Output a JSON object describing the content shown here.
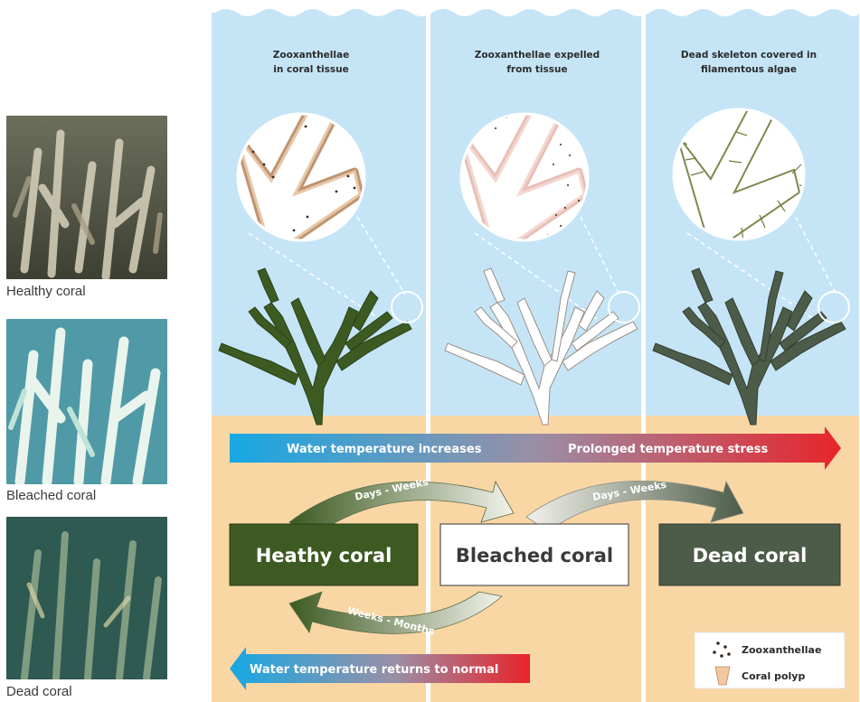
{
  "photos": [
    {
      "caption": "Healthy coral"
    },
    {
      "caption": "Bleached coral"
    },
    {
      "caption": "Dead coral"
    }
  ],
  "panels": [
    {
      "caption_lines": [
        "Zooxanthellae",
        "in coral tissue"
      ]
    },
    {
      "caption_lines": [
        "Zooxanthellae expelled",
        "from tissue"
      ]
    },
    {
      "caption_lines": [
        "Dead skeleton covered in",
        "filamentous algae"
      ]
    }
  ],
  "arrows": {
    "increase": "Water temperature increases",
    "prolonged": "Prolonged temperature stress",
    "return": "Water temperature returns to normal"
  },
  "states": {
    "healthy": "Heathy coral",
    "bleached": "Bleached coral",
    "dead": "Dead coral"
  },
  "transitions": {
    "healthy_to_bleached": "Days - Weeks",
    "bleached_to_dead": "Days - Weeks",
    "bleached_to_healthy": "Weeks - Months"
  },
  "legend": {
    "zooxanthellae": "Zooxanthellae",
    "polyp": "Coral polyp"
  },
  "colors": {
    "sky": "#c5e5f7",
    "sand": "#f9d7a4",
    "healthy": "#3d5a22",
    "dead": "#4d5b49",
    "arrow_blue": "#1aa6e0",
    "arrow_red": "#e5222a"
  }
}
